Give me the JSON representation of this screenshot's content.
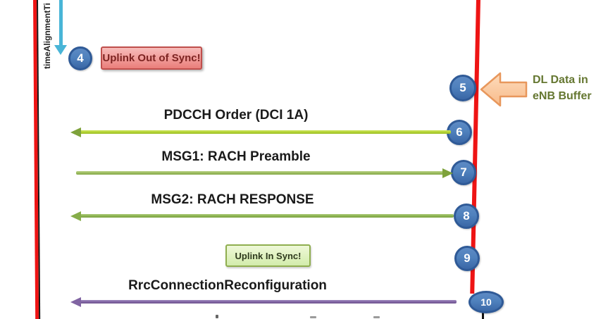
{
  "diagram": {
    "timer": {
      "label": "timeAlignmentTi"
    },
    "steps": [
      "4",
      "5",
      "6",
      "7",
      "8",
      "9",
      "10"
    ],
    "messages": [
      {
        "label": "PDCCH Order (DCI 1A)",
        "direction": "left",
        "color": "#b3d334"
      },
      {
        "label": "MSG1: RACH Preamble",
        "direction": "right",
        "color": "#9aba5e"
      },
      {
        "label": "MSG2: RACH RESPONSE",
        "direction": "left",
        "color": "#8cb450"
      },
      {
        "label": "RrcConnectionReconfiguration",
        "direction": "left",
        "color": "#8064a2"
      }
    ],
    "notes": {
      "out_of_sync": {
        "text": "Uplink Out of Sync!",
        "status": "error"
      },
      "in_sync": {
        "text": "Uplink In Sync!",
        "status": "success"
      }
    },
    "annotation": {
      "line1": "DL Data in",
      "line2": "eNB Buffer"
    },
    "colors": {
      "lifeline_red": "#ee1414",
      "step_circle_fill": "#4f81bd",
      "step_circle_border": "#2f5a97",
      "timer_arrow_cyan": "#49b5d7",
      "pdcch_green": "#b3d334",
      "rach_green": "#8cb450",
      "rrc_purple": "#8064a2",
      "dl_arrow_fill": "#fbc99c",
      "dl_arrow_border": "#e8975c",
      "out_of_sync_bg": "#ea7f7b",
      "out_of_sync_border": "#bf4f4c",
      "out_of_sync_text": "#7d2422",
      "in_sync_bg": "#d3ecac",
      "in_sync_border": "#8fae4f",
      "annotation_text": "#657731"
    }
  }
}
